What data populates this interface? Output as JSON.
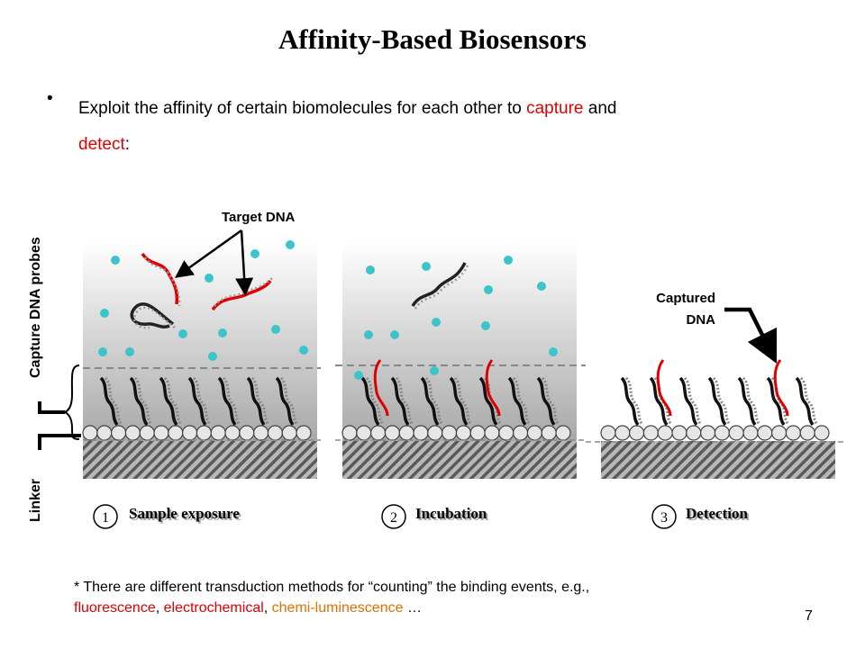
{
  "title": "Affinity-Based Biosensors",
  "bullet": {
    "symbol": "•",
    "text_before": "Exploit the affinity of certain biomolecules for each other to ",
    "highlight_capture": "capture",
    "text_middle": " and ",
    "highlight_detect": "detect",
    "text_after": ":"
  },
  "labels": {
    "capture_probes": "Capture DNA probes",
    "linker": "Linker",
    "target_dna": "Target DNA",
    "captured_dna_line1": "Captured",
    "captured_dna_line2": "DNA"
  },
  "steps": [
    {
      "number": "1",
      "label": "Sample exposure"
    },
    {
      "number": "2",
      "label": "Incubation"
    },
    {
      "number": "3",
      "label": "Detection"
    }
  ],
  "footnote": {
    "text": "* There are different transduction methods for “counting” the binding events, e.g.,",
    "method1": "fluorescence",
    "sep1": ", ",
    "method2": "electrochemical",
    "sep2": ", ",
    "method3": "chemi-luminescence",
    "ending": " …"
  },
  "page_number": "7",
  "colors": {
    "target_strand": "#e00000",
    "dots": "#3cc4cc",
    "method1": "#e00000",
    "method2": "#e00000",
    "method3": "#e07000"
  }
}
